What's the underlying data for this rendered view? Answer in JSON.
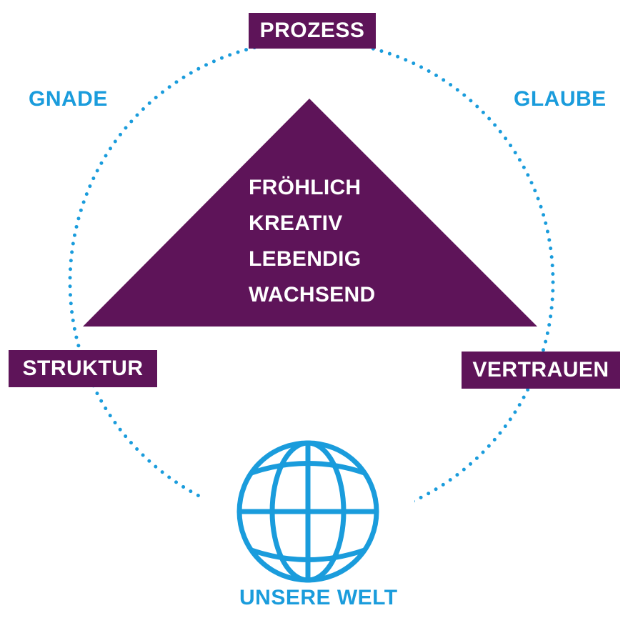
{
  "colors": {
    "purple": "#5e1459",
    "cyan": "#1a9cdc",
    "background": "#ffffff"
  },
  "nodes": {
    "top": "PROZESS",
    "left": "STRUKTUR",
    "right": "VERTRAUEN"
  },
  "arc_labels": {
    "left": "GNADE",
    "right": "GLAUBE"
  },
  "triangle_words": [
    "FRÖHLICH",
    "KREATIV",
    "LEBENDIG",
    "WACHSEND"
  ],
  "bottom": {
    "label": "UNSERE WELT",
    "icon": "globe-icon"
  }
}
